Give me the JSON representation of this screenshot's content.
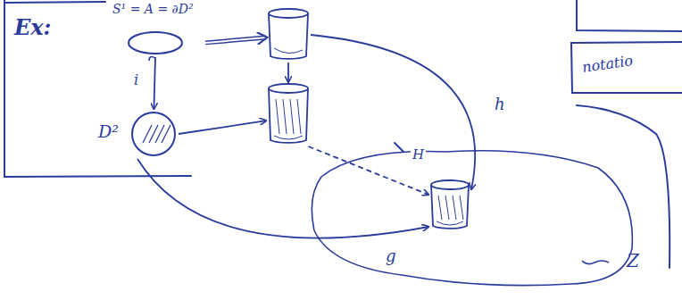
{
  "diagram": {
    "nodes": [
      {
        "text": [
          "S¹ = A = ∂D²"
        ]
      },
      {
        "text": [
          "D²"
        ]
      },
      {
        "text": []
      },
      {
        "text": []
      },
      {
        "text": [
          "Z"
        ]
      },
      {
        "text": [],
        "in": 4
      }
    ],
    "edges": [
      {
        "from": 0,
        "to": 2,
        "arrow": "to"
      },
      {
        "from": 0,
        "to": 1,
        "label": "i",
        "arrow": "to"
      },
      {
        "from": 1,
        "to": 3,
        "arrow": "to"
      },
      {
        "from": 2,
        "to": 3,
        "arrow": "to"
      },
      {
        "from": 2,
        "to": 5,
        "label": "h",
        "arrow": "to"
      },
      {
        "from": 3,
        "to": 5,
        "label": "H",
        "arrow": "to"
      },
      {
        "from": 1,
        "to": 5,
        "label": "g",
        "arrow": "to"
      }
    ],
    "labels": [
      "Ex:",
      "notatio"
    ]
  }
}
